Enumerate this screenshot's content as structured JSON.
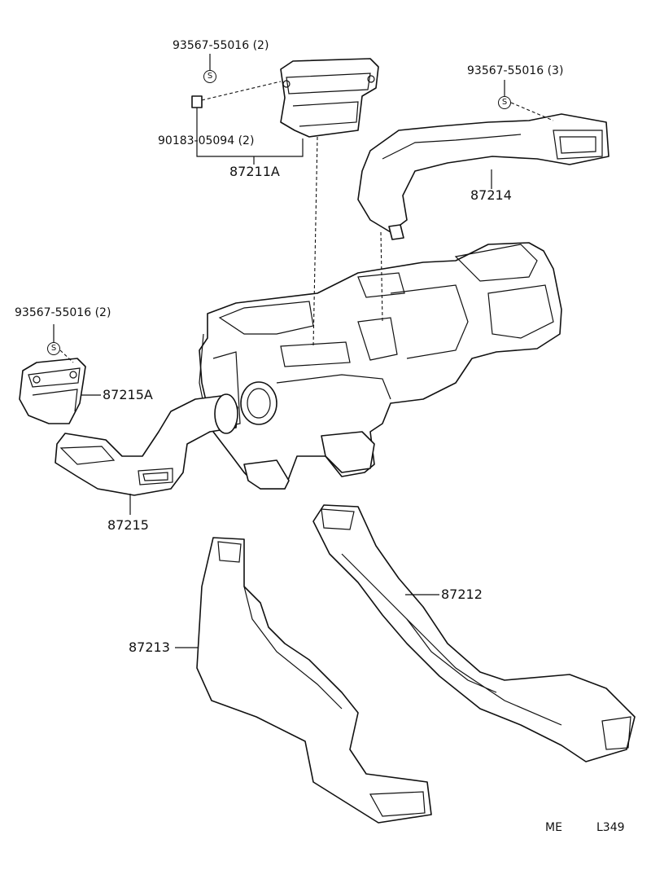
{
  "diagram": {
    "parts": {
      "clip_a": {
        "part_no": "93567-55016 (2)",
        "symbol": "S"
      },
      "screw": {
        "part_no": "90183-05094 (2)"
      },
      "duct_87211a": {
        "part_no": "87211A"
      },
      "clip_b": {
        "part_no": "93567-55016 (3)",
        "symbol": "S"
      },
      "duct_87214": {
        "part_no": "87214"
      },
      "clip_c": {
        "part_no": "93567-55016 (2)",
        "symbol": "S"
      },
      "duct_87215a": {
        "part_no": "87215A"
      },
      "duct_87215": {
        "part_no": "87215"
      },
      "duct_87212": {
        "part_no": "87212"
      },
      "duct_87213": {
        "part_no": "87213"
      }
    },
    "footer": {
      "code_left": "ME",
      "code_right": "L349"
    }
  }
}
